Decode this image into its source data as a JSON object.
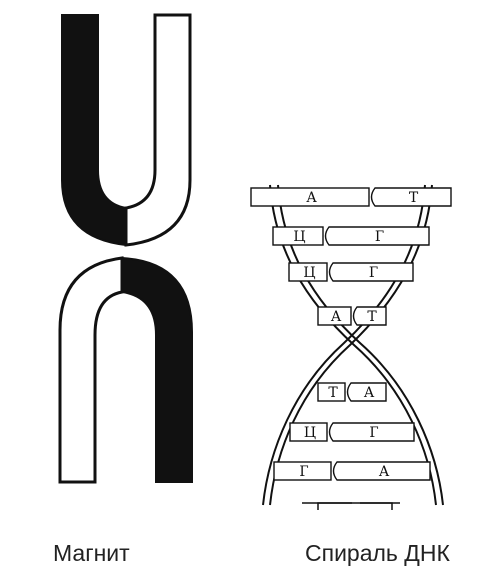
{
  "captions": {
    "magnet": "Магнит",
    "dna": "Спираль ДНК"
  },
  "dna_pairs": [
    {
      "left": "А",
      "right": "Т"
    },
    {
      "left": "Ц",
      "right": "Г"
    },
    {
      "left": "Ц",
      "right": "Г"
    },
    {
      "left": "А",
      "right": "Т"
    },
    {
      "left": "Т",
      "right": "А"
    },
    {
      "left": "Ц",
      "right": "Г"
    },
    {
      "left": "Г",
      "right": "А"
    }
  ],
  "colors": {
    "ink": "#111111",
    "paper": "#ffffff"
  }
}
